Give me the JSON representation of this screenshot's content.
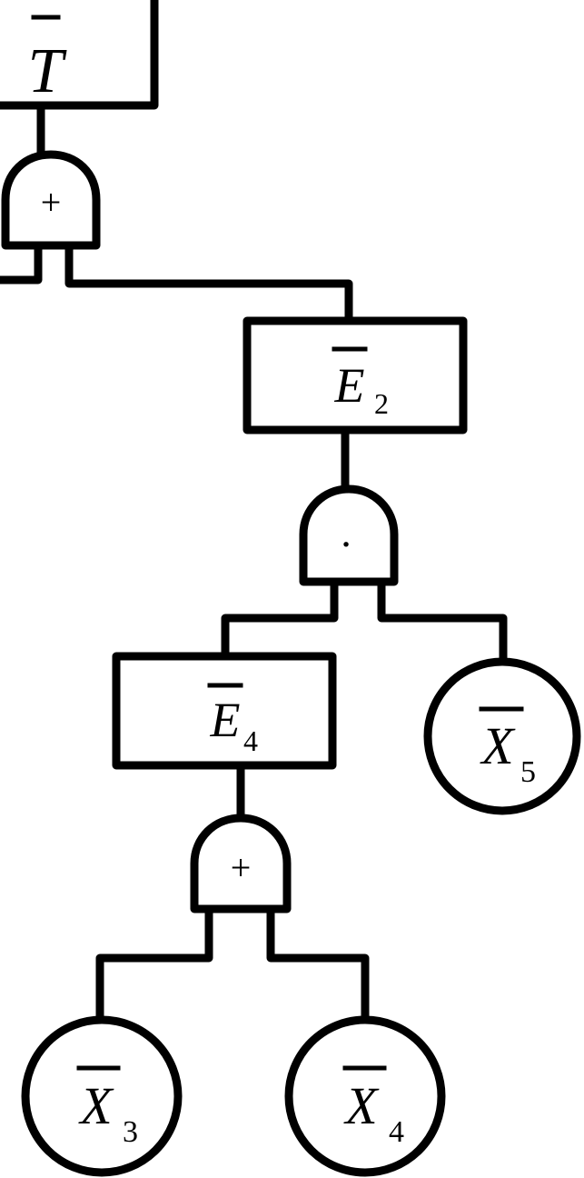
{
  "nodes": {
    "top": {
      "main": "T",
      "sub": ""
    },
    "e2": {
      "main": "E",
      "sub": "2"
    },
    "e4": {
      "main": "E",
      "sub": "4"
    },
    "x5": {
      "main": "X",
      "sub": "5"
    },
    "x3": {
      "main": "X",
      "sub": "3"
    },
    "x4": {
      "main": "X",
      "sub": "4"
    }
  },
  "gates": {
    "or_top": "+",
    "and_e2": "·",
    "or_e4": "+"
  }
}
